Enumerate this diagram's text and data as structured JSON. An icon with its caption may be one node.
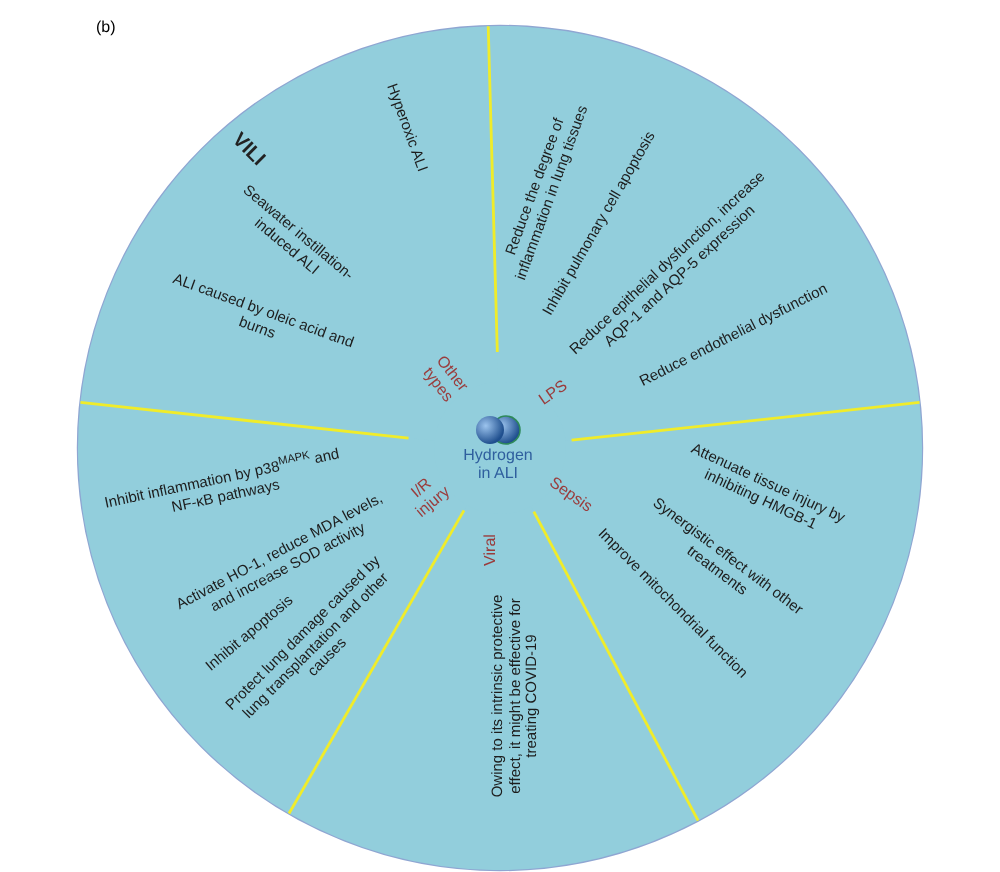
{
  "diagram": {
    "nodes": [
      {
        "text": [
          "Hydrogen in ALI"
        ]
      },
      {
        "text": [
          "LPS",
          "Reduce the degree of inflammation in lung tissues",
          "Inhibit pulmonary cell apoptosis",
          "Reduce epithelial dysfunction, increase AQP-1 and AQP-5 expression",
          "Reduce endothelial dysfunction"
        ]
      },
      {
        "text": [
          "Sepsis",
          "Attenuate tissue injury by inhibiting HMGB-1",
          "Synergistic effect with other treatments",
          "Improve mitochondrial function"
        ]
      },
      {
        "text": [
          "Viral",
          "Owing to its intrinsic protective effect, it might be effective for treating COVID-19"
        ]
      },
      {
        "text": [
          "I/R injury",
          "Inhibit inflammation by p38$^{MAPK}$ and NF-κB pathways",
          "Activate HO-1, reduce MDA levels, and increase SOD activity",
          "Inhibit apoptosis",
          "Protect lung damage caused by lung transplantation and other causes"
        ]
      },
      {
        "text": [
          "Other types",
          "VILI",
          "Hyperoxic ALI",
          "Seawater instillation-induced ALI",
          "ALI caused by oleic acid and burns"
        ]
      }
    ],
    "labels": [
      "(b)"
    ]
  }
}
